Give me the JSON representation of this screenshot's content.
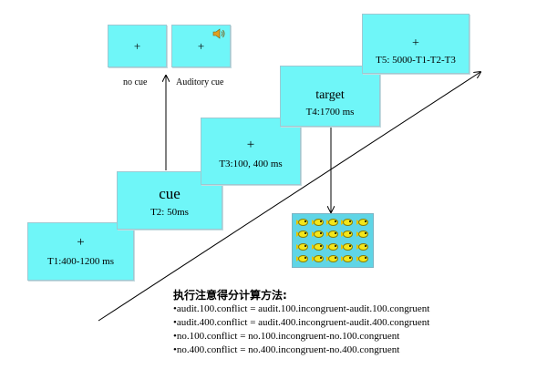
{
  "screens": {
    "t1": {
      "symbol": "+",
      "label": "T1:400-1200 ms"
    },
    "t2": {
      "symbol": "cue",
      "label": "T2: 50ms"
    },
    "t3": {
      "symbol": "+",
      "label": "T3:100, 400 ms"
    },
    "t4": {
      "symbol": "target",
      "label": "T4:1700 ms"
    },
    "t5": {
      "symbol": "+",
      "label": "T5: 5000-T1-T2-T3"
    }
  },
  "cue_types": {
    "no_cue": {
      "symbol": "+",
      "caption": "no cue"
    },
    "auditory_cue": {
      "symbol": "+",
      "caption": "Auditory cue",
      "icon": "speaker-icon"
    }
  },
  "target_stimulus": {
    "rows": 4,
    "cols": 5,
    "icon": "fish-icon"
  },
  "notes": {
    "heading": "执行注意得分计算方法:",
    "lines": [
      "•audit.100.conflict = audit.100.incongruent-audit.100.congruent",
      "•audit.400.conflict = audit.400.incongruent-audit.400.congruent",
      "•no.100.conflict = no.100.incongruent-no.100.congruent",
      "•no.400.conflict = no.400.incongruent-no.400.congruent"
    ]
  },
  "colors": {
    "screen": "#6ff6f8",
    "fish": "#f3e61a",
    "fish_background": "#5fd5e6"
  }
}
